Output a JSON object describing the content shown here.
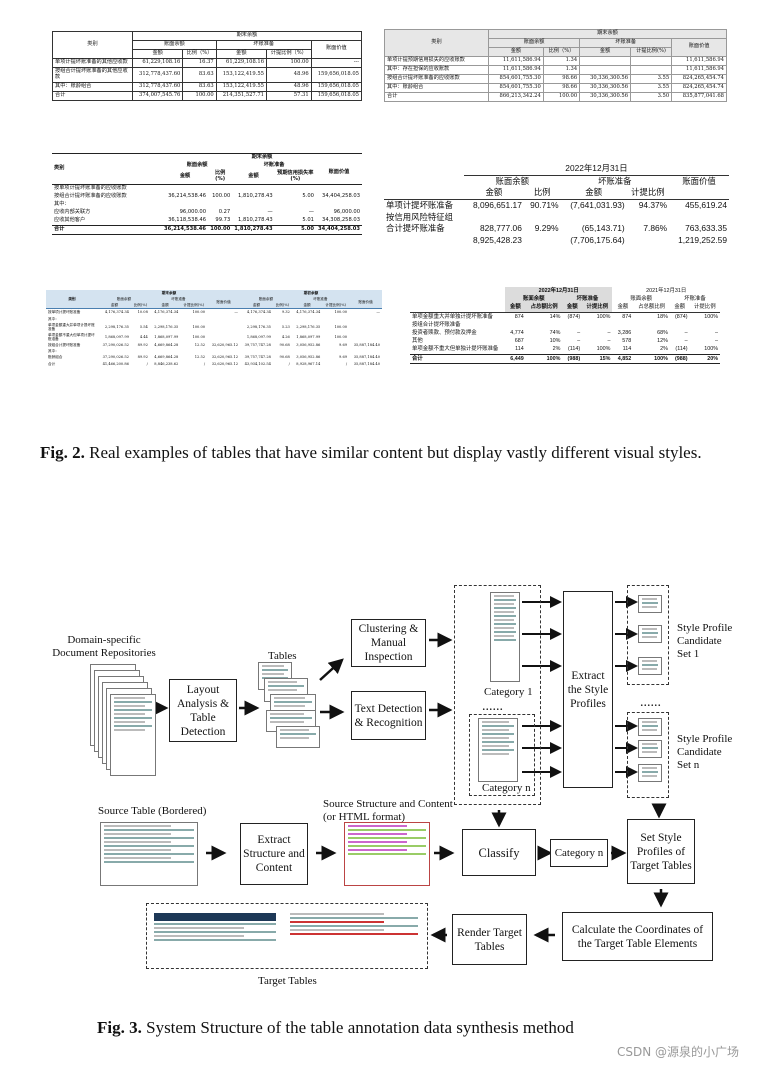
{
  "fig2": {
    "label": "Fig. 2.",
    "text": "Real examples of tables that have similar content but display vastly different visual styles."
  },
  "fig3": {
    "label": "Fig. 3.",
    "text": "System Structure of the table annotation data synthesis method"
  },
  "diagram": {
    "repos": "Domain-specific Document Repositories",
    "layout": "Layout Analysis & Table Detection",
    "tables": "Tables",
    "clustering": "Clustering & Manual Inspection",
    "textdet": "Text Detection & Recognition",
    "cat1": "Category 1",
    "catn": "Category n",
    "dots": "......",
    "extract_style": "Extract the Style Profiles",
    "set1": "Style Profile Candidate Set 1",
    "setn": "Style Profile Candidate Set n",
    "source_bordered": "Source Table (Bordered)",
    "extract_struct": "Extract Structure and Content",
    "source_struct": "Source Structure and Content (or HTML format)",
    "classify": "Classify",
    "category_n_box": "Category n",
    "set_style": "Set Style Profiles of Target Tables",
    "calc": "Calculate the Coordinates of the Target Table Elements",
    "render": "Render Target Tables",
    "target": "Target Tables"
  },
  "t1": {
    "h_top": "期末余额",
    "h_type": "类别",
    "h_book": "账面余额",
    "h_bad": "坏账准备",
    "h_val": "账面价值",
    "h_amt": "金额",
    "h_pct": "比例（%）",
    "h_amt2": "金额",
    "h_pct2": "计提比例（%）",
    "rows": [
      [
        "单项计提坏账准备的其他应收款",
        "61,229,108.16",
        "16.37",
        "61,229,108.16",
        "100.00",
        "---"
      ],
      [
        "按组合计提坏账准备的其他应收款",
        "312,778,437.60",
        "83.63",
        "153,122,419.55",
        "48.96",
        "159,656,018.05"
      ],
      [
        "其中：账龄组合",
        "312,778,437.60",
        "83.63",
        "153,122,419.55",
        "48.96",
        "159,656,018.05"
      ],
      [
        "合计",
        "374,007,545.76",
        "100.00",
        "214,351,527.71",
        "57.31",
        "159,656,018.05"
      ]
    ]
  },
  "t2": {
    "h_top": "期末余额",
    "h_type": "类别",
    "h_book": "账面余额",
    "h_bad": "坏账准备",
    "h_val": "账面价值",
    "h_amt": "金额",
    "h_pct": "比例（%）",
    "h_amt2": "金额",
    "h_pct2": "计提比例(%)",
    "rows": [
      [
        "单项计提预期信用损失的应收账款",
        "11,611,586.94",
        "1.34",
        "",
        "",
        "11,611,586.94"
      ],
      [
        "其中：存在担保的应收账款",
        "11,611,586.94",
        "1.34",
        "",
        "",
        "11,611,586.94"
      ],
      [
        "按组合计提坏账准备的应收账款",
        "854,601,755.30",
        "98.66",
        "30,336,300.56",
        "3.55",
        "824,265,454.74"
      ],
      [
        "其中：账龄组合",
        "854,601,755.30",
        "98.66",
        "30,336,300.56",
        "3.55",
        "824,265,454.74"
      ],
      [
        "合计",
        "866,213,342.24",
        "100.00",
        "30,336,300.56",
        "3.50",
        "835,877,041.68"
      ]
    ]
  },
  "t3": {
    "h_top": "期末余额",
    "h_type": "类别",
    "h_book": "账面余额",
    "h_bad": "坏账准备",
    "h_val": "账面价值",
    "h_amt": "金额",
    "h_pct": "比例(%)",
    "h_amt2": "金额",
    "h_pct2": "预期信用损失率(%)",
    "rows": [
      [
        "按单项计提坏账准备的应收账款",
        "",
        "",
        "",
        "",
        ""
      ],
      [
        "按组合计提坏账准备的应收账款",
        "36,214,538.46",
        "100.00",
        "1,810,278.43",
        "5.00",
        "34,404,258.03"
      ],
      [
        "其中：",
        "",
        "",
        "",
        "",
        ""
      ],
      [
        "应收内部关联方",
        "96,000.00",
        "0.27",
        "—",
        "—",
        "96,000.00"
      ],
      [
        "应收其他客户",
        "36,118,538.46",
        "99.73",
        "1,810,278.43",
        "5.01",
        "34,308,258.03"
      ],
      [
        "合计",
        "36,214,538.46",
        "100.00",
        "1,810,278.43",
        "5.00",
        "34,404,258.03"
      ]
    ]
  },
  "t4": {
    "h_date": "2022年12月31日",
    "h_book": "账面余额",
    "h_bad": "坏账准备",
    "h_val": "账面价值",
    "h_amt": "金额",
    "h_pct": "比例",
    "h_amt2": "金额",
    "h_pct2": "计提比例",
    "rows": [
      [
        "单项计提坏账准备",
        "8,096,651.17",
        "90.71%",
        "(7,641,031.93)",
        "94.37%",
        "455,619.24"
      ],
      [
        "按信用风险特征组",
        "",
        "",
        "",
        "",
        ""
      ],
      [
        "合计提坏账准备",
        "828,777.06",
        "9.29%",
        "(65,143.71)",
        "7.86%",
        "763,633.35"
      ],
      [
        "",
        "8,925,428.23",
        "",
        "(7,706,175.64)",
        "",
        "1,219,252.59"
      ]
    ]
  },
  "t5": {
    "h_type": "类别",
    "h_cur": "期末余额",
    "h_prev": "期初余额",
    "h_book": "账面余额",
    "h_bad": "坏账准备",
    "h_val": "账面价值",
    "h_amt": "金额",
    "h_pct": "比例(%)",
    "h_pct2": "计提比例(%)",
    "rows": [
      [
        "按单项计提坏账准备",
        "4,176,374.34",
        "10.08",
        "4,176,374.34",
        "100.00",
        "—",
        "4,176,374.34",
        "9.32",
        "4,176,374.34",
        "100.00",
        "—"
      ],
      [
        "其中：",
        "",
        "",
        "",
        "",
        "",
        "",
        "",
        "",
        "",
        ""
      ],
      [
        "单项金额重大并单项计提坏账准备",
        "2,298,176.35",
        "5.54",
        "2,298,176.35",
        "100.00",
        "",
        "2,298,176.35",
        "5.23",
        "2,298,176.35",
        "100.00",
        ""
      ],
      [
        "单项金额不重大但单项计提坏账准备",
        "1,868,097.99",
        "4.44",
        "1,868,097.99",
        "100.00",
        "",
        "1,868,097.99",
        "4.26",
        "1,868,097.99",
        "100.00",
        ""
      ],
      [
        "按组合计提坏账准备",
        "37,290,026.52",
        "89.92",
        "4,669,864.28",
        "12.52",
        "32,620,965.12",
        "39,757,747.28",
        "90.68",
        "3,056,952.86",
        "9.69",
        "35,887,184.40"
      ],
      [
        "其中：",
        "",
        "",
        "",
        "",
        "",
        "",
        "",
        "",
        "",
        ""
      ],
      [
        "账龄组合",
        "37,290,026.52",
        "89.92",
        "4,669,864.28",
        "12.52",
        "32,620,965.12",
        "39,757,747.28",
        "90.68",
        "3,056,952.86",
        "9.69",
        "35,887,184.40"
      ],
      [
        "合计",
        "41,466,200.86",
        "/",
        "8,846,238.62",
        "/",
        "32,620,965.12",
        "43,934,102.54",
        "/",
        "8,928,967.14",
        "/",
        "35,887,184.40"
      ]
    ]
  },
  "t6": {
    "h_cur": "2022年12月31日",
    "h_prev": "2021年12月31日",
    "h_book": "账面余额",
    "h_bad": "坏账准备",
    "h_amt": "金额",
    "h_share": "占总额比例",
    "h_amt2": "金额",
    "h_pct": "计提比例",
    "rows": [
      [
        "单项金额重大并单独计提坏账准备",
        "874",
        "14%",
        "(874)",
        "100%",
        "874",
        "18%",
        "(874)",
        "100%"
      ],
      [
        "按组合计提坏账准备",
        "",
        "",
        "",
        "",
        "",
        "",
        "",
        ""
      ],
      [
        "投资者赎款、预付款及押金",
        "4,774",
        "74%",
        "–",
        "–",
        "3,286",
        "68%",
        "–",
        "–"
      ],
      [
        "其他",
        "687",
        "10%",
        "–",
        "–",
        "578",
        "12%",
        "–",
        "–"
      ],
      [
        "单项金额不重大但单独计提坏账准备",
        "114",
        "2%",
        "(114)",
        "100%",
        "114",
        "2%",
        "(114)",
        "100%"
      ],
      [
        "合计",
        "6,449",
        "100%",
        "(988)",
        "15%",
        "4,852",
        "100%",
        "(988)",
        "20%"
      ]
    ]
  },
  "watermark": "CSDN @源泉的小广场"
}
